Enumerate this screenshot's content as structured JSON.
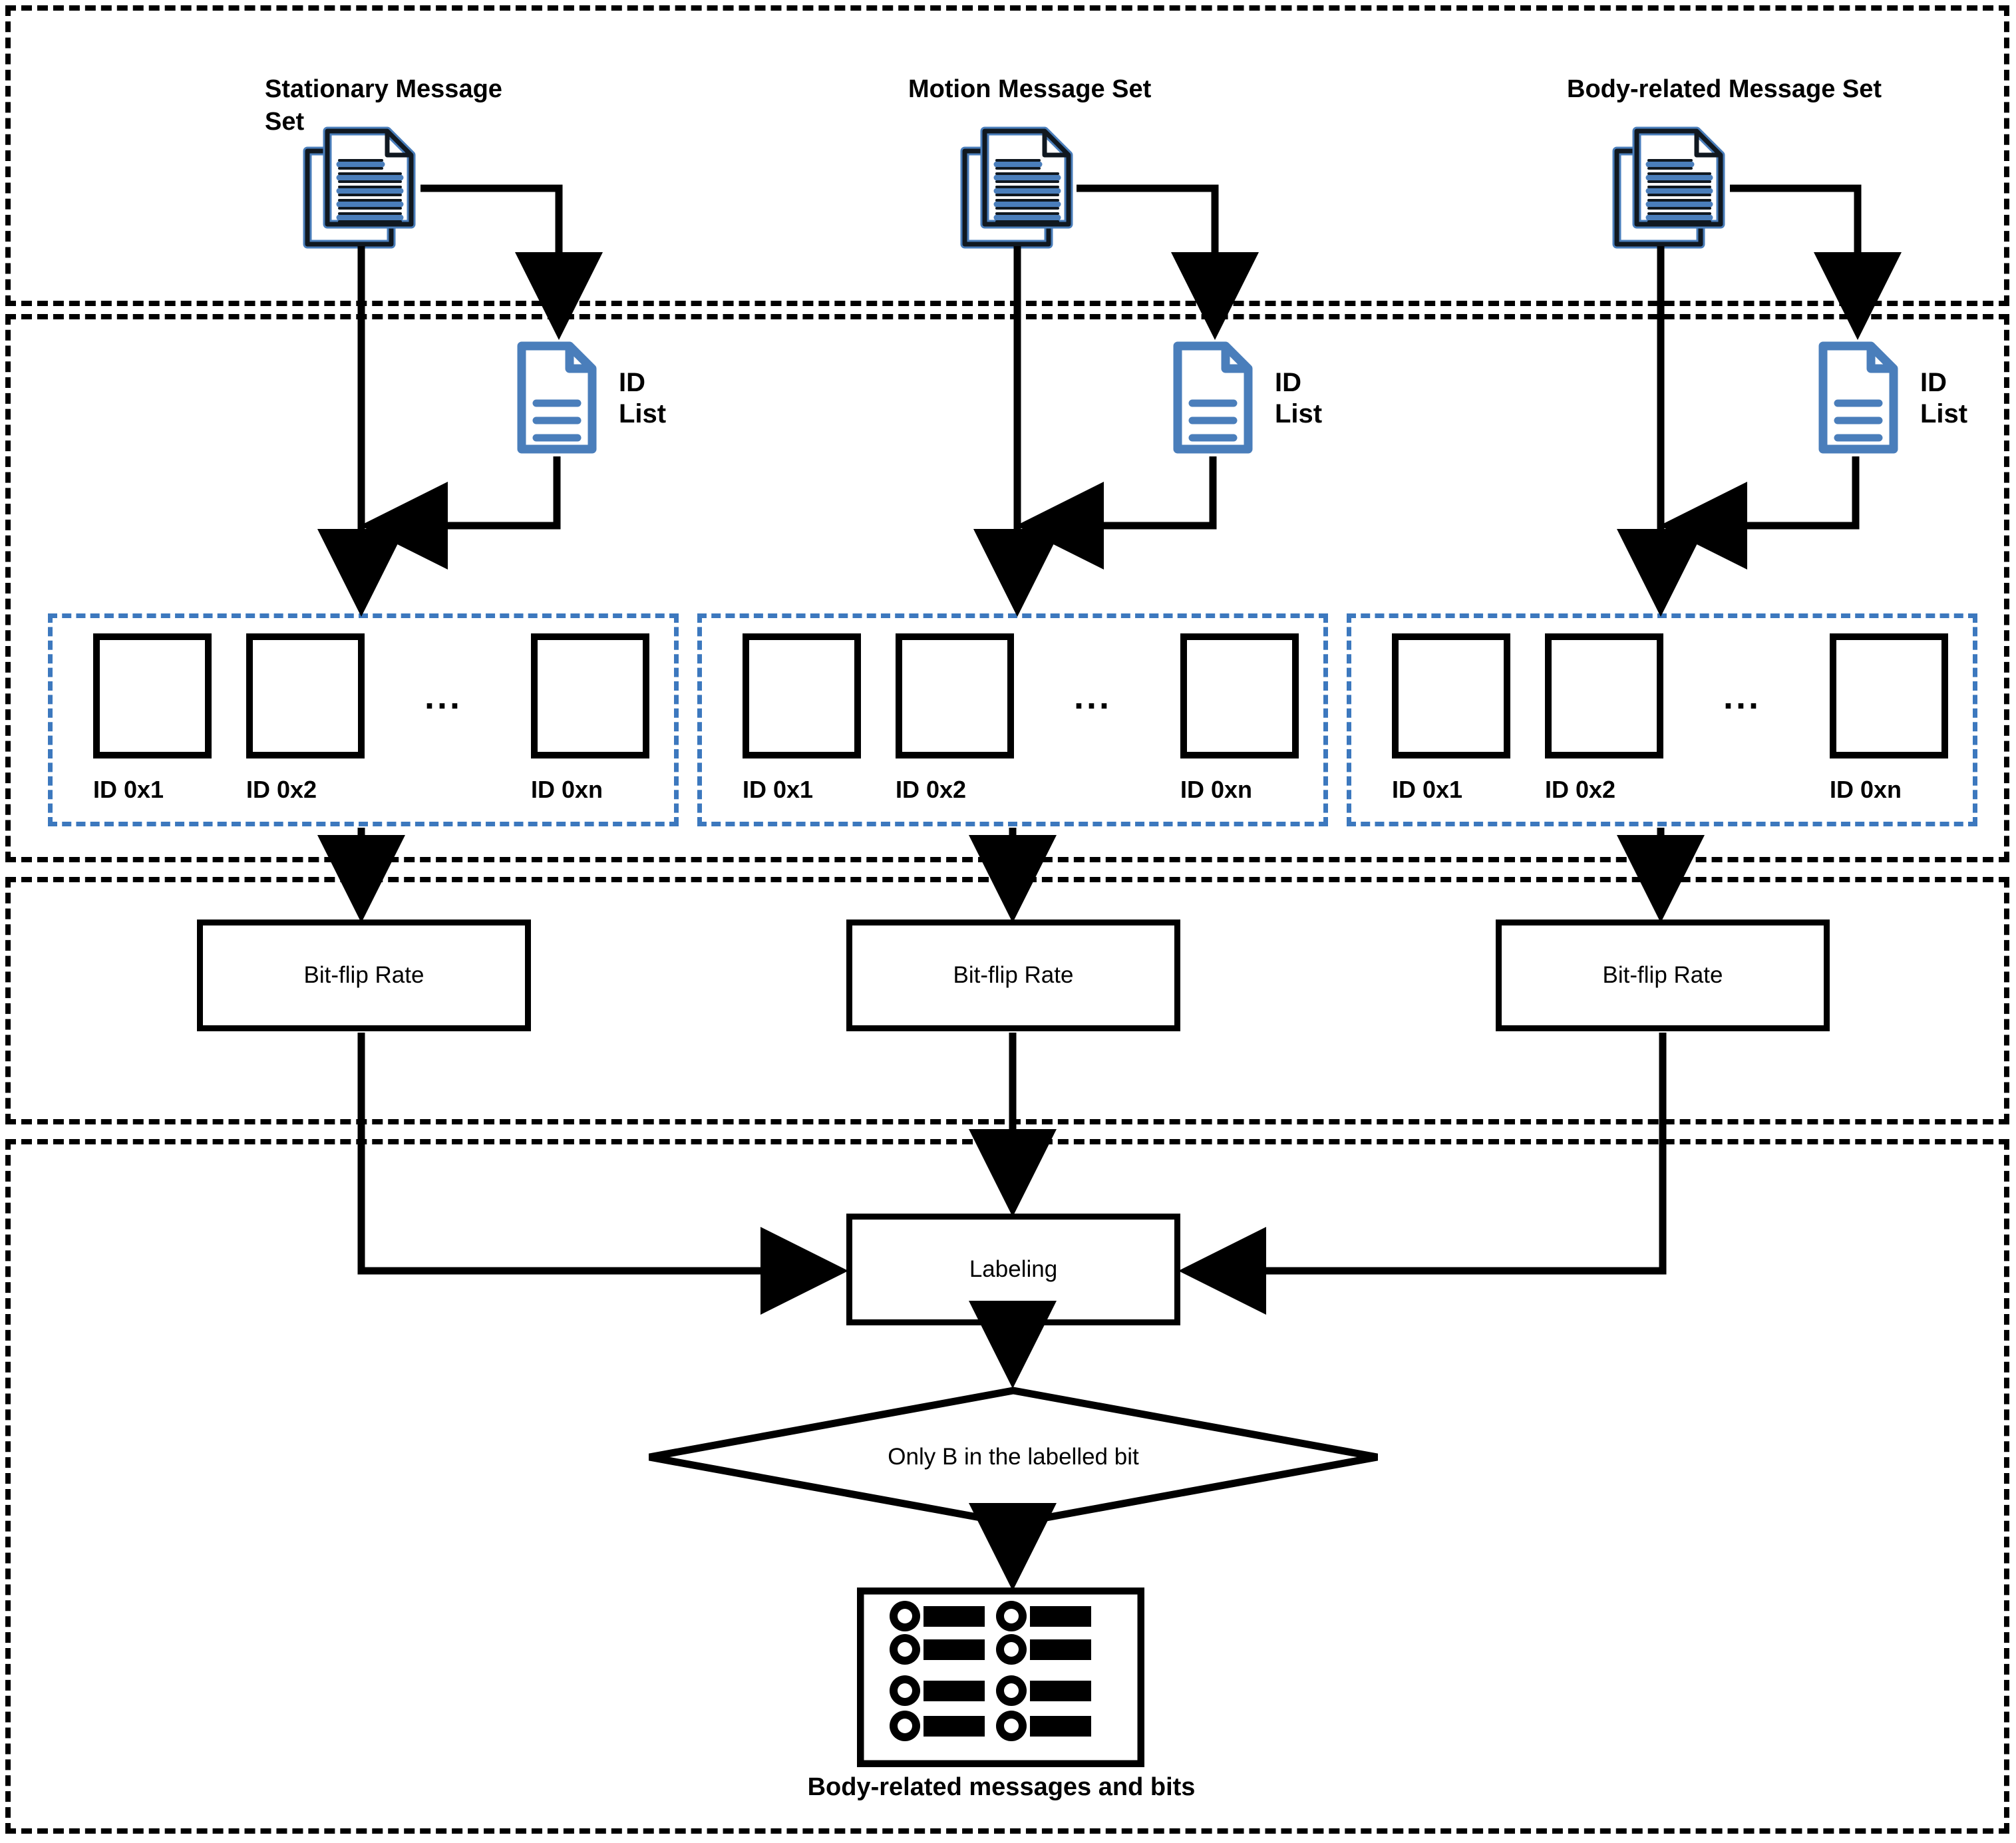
{
  "diagram": {
    "title": "Body-related message and bit identification pipeline",
    "colors": {
      "panel_border": "#000000",
      "group_border": "#3C78BE",
      "icon_blue": "#4A7EBB",
      "wire": "#000000",
      "background": "#FFFFFF"
    }
  },
  "stages": [
    {
      "name": "message-sets-stage"
    },
    {
      "name": "id-extraction-stage"
    },
    {
      "name": "bit-flip-rate-stage"
    },
    {
      "name": "labeling-stage"
    }
  ],
  "columns": [
    {
      "key": "stationary",
      "title": "Stationary Message\nSet",
      "source_icon": "document-stack-icon",
      "id_list_icon": "id-list-document-icon",
      "id_list_label": "ID\nList",
      "bitflip_label": "Bit-flip Rate",
      "ids": [
        {
          "caption": "ID 0x1"
        },
        {
          "caption": "ID 0x2"
        },
        {
          "ellipsis": "..."
        },
        {
          "caption": "ID 0xn"
        }
      ]
    },
    {
      "key": "motion",
      "title": "Motion Message Set",
      "source_icon": "document-stack-icon",
      "id_list_icon": "id-list-document-icon",
      "id_list_label": "ID\nList",
      "bitflip_label": "Bit-flip Rate",
      "ids": [
        {
          "caption": "ID 0x1"
        },
        {
          "caption": "ID 0x2"
        },
        {
          "ellipsis": "..."
        },
        {
          "caption": "ID 0xn"
        }
      ]
    },
    {
      "key": "body-related",
      "title": "Body-related Message Set",
      "source_icon": "document-stack-icon",
      "id_list_icon": "id-list-document-icon",
      "id_list_label": "ID\nList",
      "bitflip_label": "Bit-flip Rate",
      "ids": [
        {
          "caption": "ID 0x1"
        },
        {
          "caption": "ID 0x2"
        },
        {
          "ellipsis": "..."
        },
        {
          "caption": "ID 0xn"
        }
      ]
    }
  ],
  "labeling": {
    "label": "Labeling"
  },
  "decision": {
    "label": "Only B in the labelled bit"
  },
  "output": {
    "icon": "message-bits-store-icon",
    "caption": "Body-related messages and bits",
    "rows": 4,
    "cols": 2
  }
}
